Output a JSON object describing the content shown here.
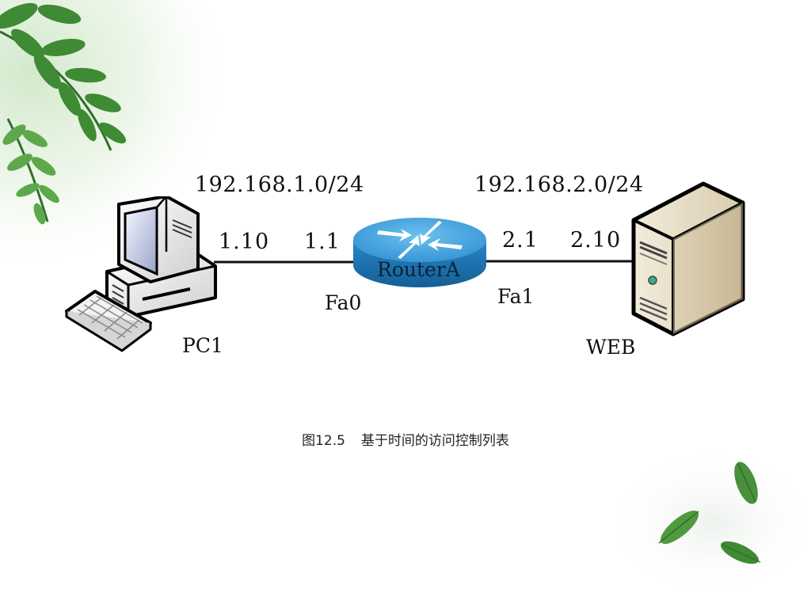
{
  "networks": {
    "left": "192.168.1.0/24",
    "right": "192.168.2.0/24"
  },
  "ips": {
    "pc1": "1.10",
    "router_fa0": "1.1",
    "router_fa1": "2.1",
    "web": "2.10"
  },
  "ports": {
    "fa0": "Fa0",
    "fa1": "Fa1"
  },
  "devices": {
    "pc": "PC1",
    "router": "RouterA",
    "server": "WEB"
  },
  "caption": {
    "figure": "图12.5",
    "title": "基于时间的访问控制列表"
  },
  "colors": {
    "router_top": "#3a9bd9",
    "router_side": "#1d6fa8",
    "leaf_dark": "#2f6e2a",
    "leaf_light": "#5da84a",
    "link": "#111111"
  },
  "icons": [
    "desktop-computer-icon",
    "router-icon",
    "server-tower-icon",
    "leaf-decoration-icon"
  ]
}
